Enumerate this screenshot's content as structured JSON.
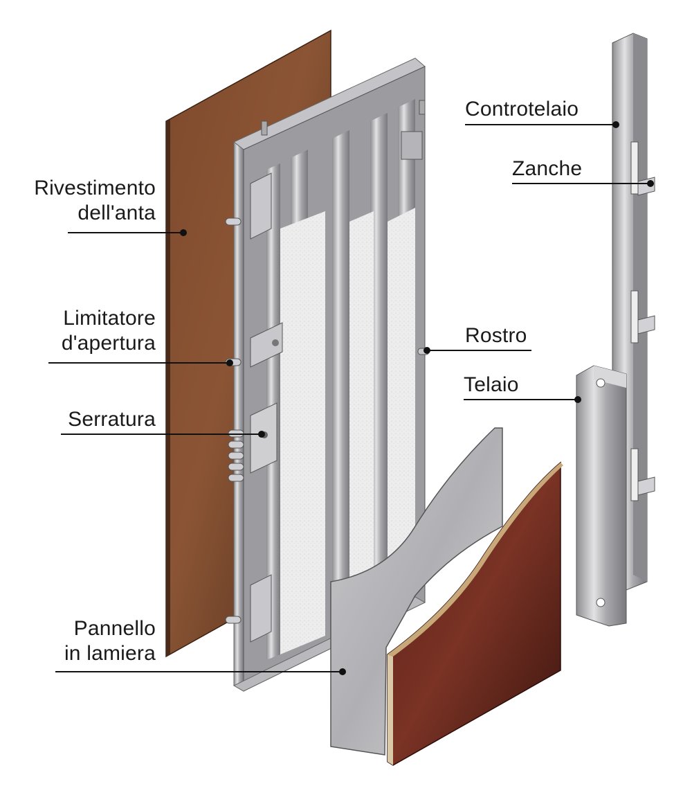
{
  "labels": {
    "rivestimento": {
      "line1": "Rivestimento",
      "line2": "dell'anta"
    },
    "limitatore": {
      "line1": "Limitatore",
      "line2": "d'apertura"
    },
    "serratura": "Serratura",
    "pannello": {
      "line1": "Pannello",
      "line2": "in lamiera"
    },
    "controtelaio": "Controtelaio",
    "zanche": "Zanche",
    "rostro": "Rostro",
    "telaio": "Telaio"
  },
  "colors": {
    "wood_outer": "#7a4a2e",
    "wood_inner": "#6a2a20",
    "steel": "#b8b8bc",
    "insulation": "#efefef",
    "line": "#111111"
  }
}
